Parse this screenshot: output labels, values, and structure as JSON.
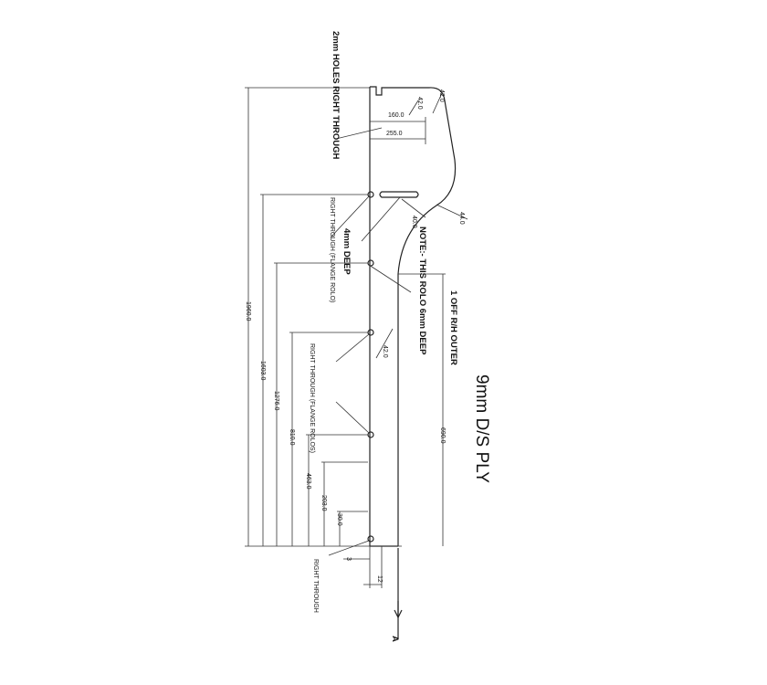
{
  "title": "9mm D/S PLY",
  "subtitle": "1 OFF R/H OUTER",
  "notes": {
    "holes": "2mm HOLES RIGHT THROUGH",
    "rolo_note": "NOTE:- THIS ROLO 6mm DEEP",
    "deep_4mm": "4mm DEEP",
    "right_through_flange_1": "RIGHT THROUGH (FLANGE ROLO)",
    "right_through_flange_2": "RIGHT THROUGH (FLANGE ROLOS)",
    "right_through_bottom": "RIGHT THROUGH"
  },
  "dimensions": {
    "overall": "1960.0",
    "d1603": "1603.0",
    "d1276": "1276.0",
    "d810": "810.0",
    "d463": "463.0",
    "d203": "203.0",
    "d30": "30.0",
    "d690": "690.0",
    "d160": "160.0",
    "d255": "255.0",
    "d42_top": "42.0",
    "d42_mid": "42.0",
    "d42_low": "42.0",
    "d40": "40.0",
    "d44": "44.0",
    "d3": "3",
    "d12": "12"
  },
  "section_marker": "A"
}
